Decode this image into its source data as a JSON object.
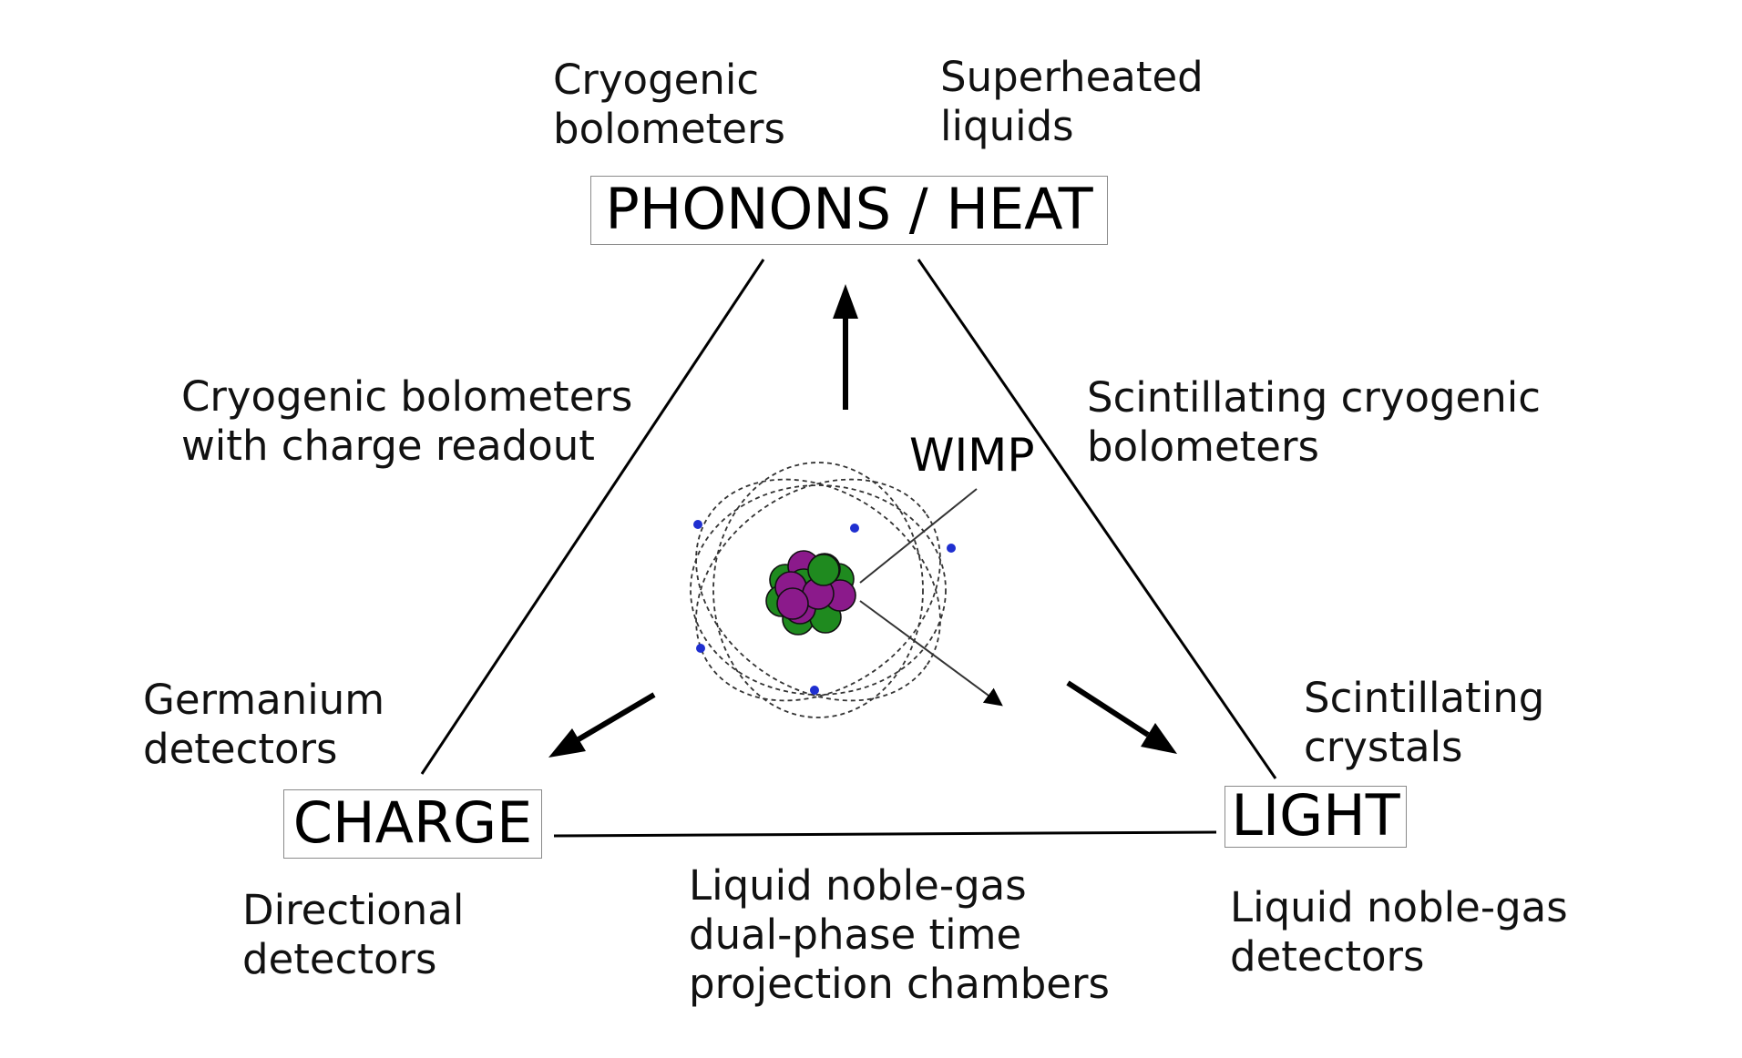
{
  "nodes": {
    "phonons": "PHONONS / HEAT",
    "charge": "CHARGE",
    "light": "LIGHT"
  },
  "wimp_label": "WIMP",
  "labels": {
    "top_left": [
      "Cryogenic",
      "bolometers"
    ],
    "top_right": [
      "Superheated",
      "liquids"
    ],
    "left_edge": [
      "Cryogenic bolometers",
      "with charge readout"
    ],
    "right_edge": [
      "Scintillating cryogenic",
      "bolometers"
    ],
    "charge_upper": [
      "Germanium",
      "detectors"
    ],
    "charge_lower": [
      "Directional",
      "detectors"
    ],
    "light_upper": [
      "Scintillating",
      "crystals"
    ],
    "light_lower": [
      "Liquid noble-gas",
      "detectors"
    ],
    "bottom_edge": [
      "Liquid noble-gas",
      "dual-phase time",
      "projection chambers"
    ]
  },
  "colors": {
    "proton": "#8b1a8b",
    "neutron": "#1f8a1f",
    "electron": "#1f2fd0",
    "lines": "#000000"
  }
}
